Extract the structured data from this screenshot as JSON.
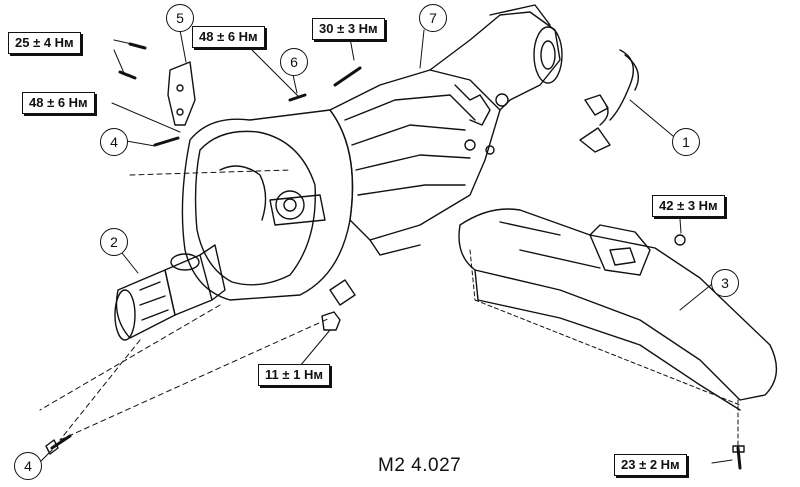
{
  "diagram": {
    "figure_code": "M2 4.027",
    "callouts": [
      "1",
      "2",
      "3",
      "4",
      "4",
      "5",
      "6",
      "7"
    ],
    "torques": [
      "25 ± 4 Нм",
      "48 ± 6 Нм",
      "48 ± 6 Нм",
      "30 ± 3 Нм",
      "42 ± 3 Нм",
      "11 ± 1 Нм",
      "23 ± 2 Нм"
    ]
  }
}
